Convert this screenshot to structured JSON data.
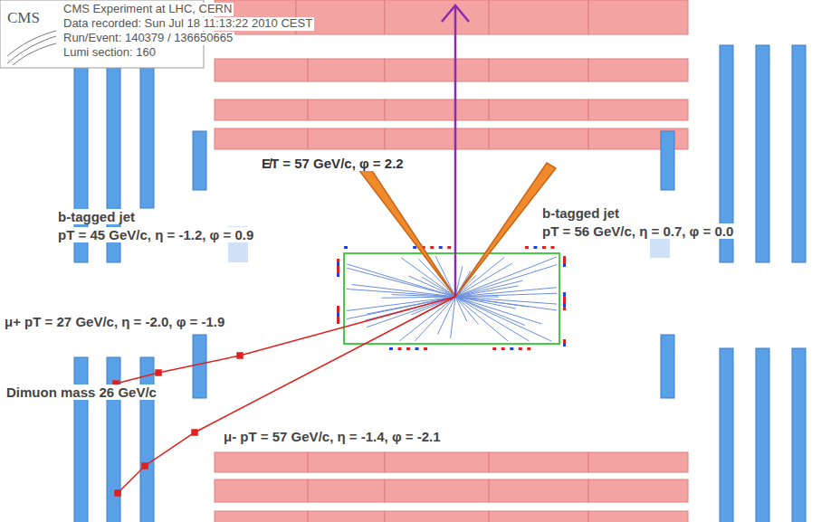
{
  "diagram": {
    "labels": [
      "CMS",
      "CMS Experiment at LHC, CERN",
      "Data recorded: Sun Jul 18 11:13:22 2010 CEST",
      "Run/Event: 140379 / 136650665",
      "Lumi section: 160",
      "E̸T = 57 GeV/c, φ = 2.2",
      "b-tagged jet",
      "pT = 45 GeV/c, η = -1.2, φ = 0.9",
      "b-tagged jet",
      "pT = 56 GeV/c, η = 0.7, φ = 0.0",
      "μ+ pT = 27 GeV/c, η = -2.0, φ = -1.9",
      "Dimuon mass 26 GeV/c",
      "μ- pT = 57 GeV/c, η = -1.4, φ = -2.1"
    ]
  }
}
